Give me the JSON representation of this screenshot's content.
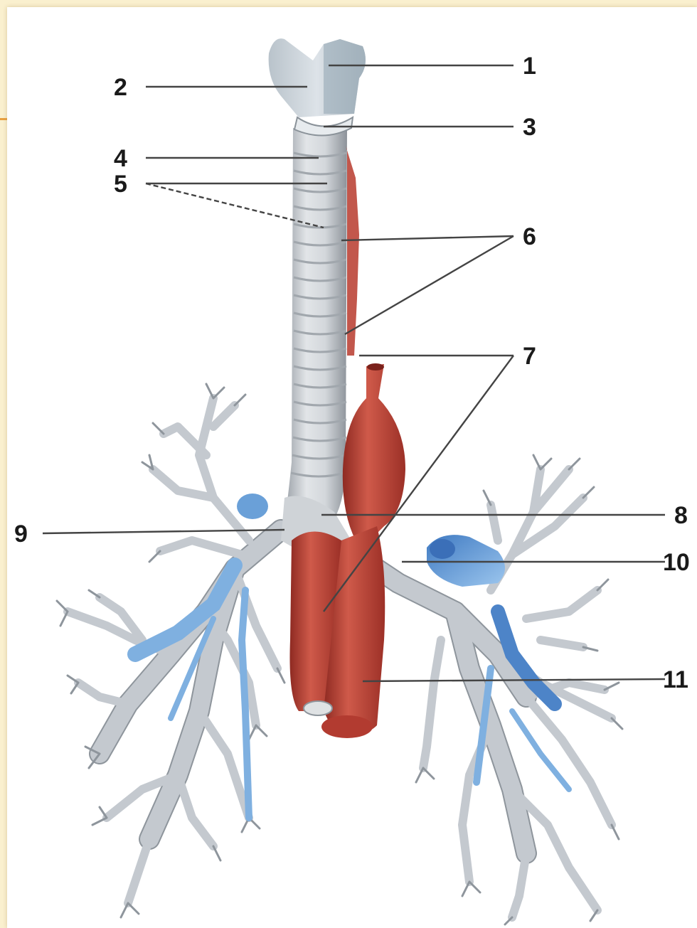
{
  "labels": [
    {
      "id": "label-1",
      "text": "1"
    },
    {
      "id": "label-2",
      "text": "2"
    },
    {
      "id": "label-3",
      "text": "3"
    },
    {
      "id": "label-4",
      "text": "4"
    },
    {
      "id": "label-5",
      "text": "5"
    },
    {
      "id": "label-6",
      "text": "6"
    },
    {
      "id": "label-7",
      "text": "7"
    },
    {
      "id": "label-8",
      "text": "8"
    },
    {
      "id": "label-9",
      "text": "9"
    },
    {
      "id": "label-10",
      "text": "10"
    },
    {
      "id": "label-11",
      "text": "11"
    }
  ],
  "colors": {
    "slide_background": "#faf0cf",
    "accent": "#e8a040",
    "airway": "#c4c9cf",
    "artery": "#c0453a",
    "vein": "#7fb0e0",
    "text": "#1a1a1a"
  }
}
